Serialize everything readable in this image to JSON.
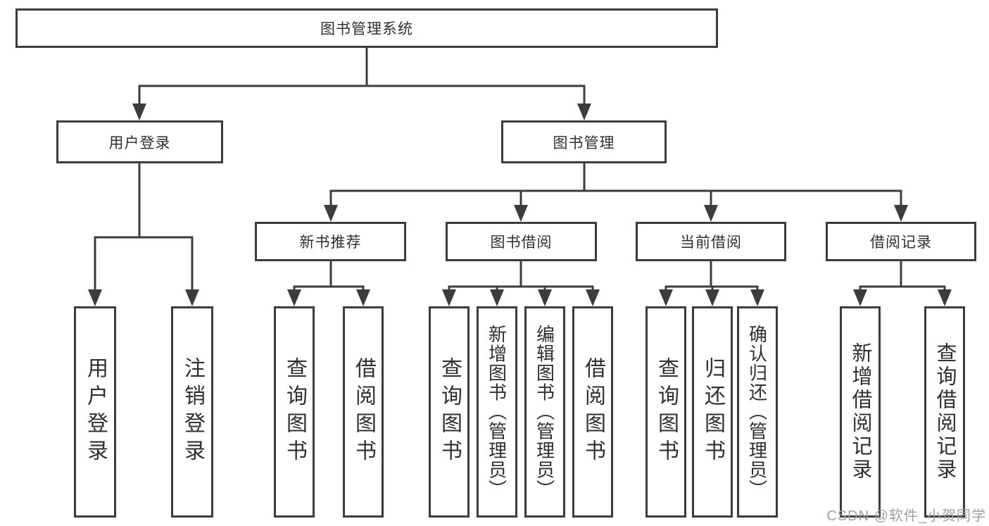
{
  "colors": {
    "line": "#3c3c3c",
    "text": "#2f2f2f",
    "watermark_gray": "#a0a0a0",
    "background": "#ffffff"
  },
  "tree": {
    "root": "图书管理系统",
    "branches": [
      {
        "label": "用户登录",
        "leaves": [
          "用户登录",
          "注销登录"
        ]
      },
      {
        "label": "图书管理",
        "groups": [
          {
            "label": "新书推荐",
            "leaves": [
              "查询图书",
              "借阅图书"
            ]
          },
          {
            "label": "图书借阅",
            "leaves": [
              "查询图书",
              "新增图书（管理员）",
              "编辑图书（管理员）",
              "借阅图书"
            ]
          },
          {
            "label": "当前借阅",
            "leaves": [
              "查询图书",
              "归还图书",
              "确认归还（管理员）"
            ]
          },
          {
            "label": "借阅记录",
            "leaves": [
              "新增借阅记录",
              "查询借阅记录"
            ]
          }
        ]
      }
    ]
  },
  "watermark": {
    "text": "CSDN @软件_小贺同学"
  }
}
